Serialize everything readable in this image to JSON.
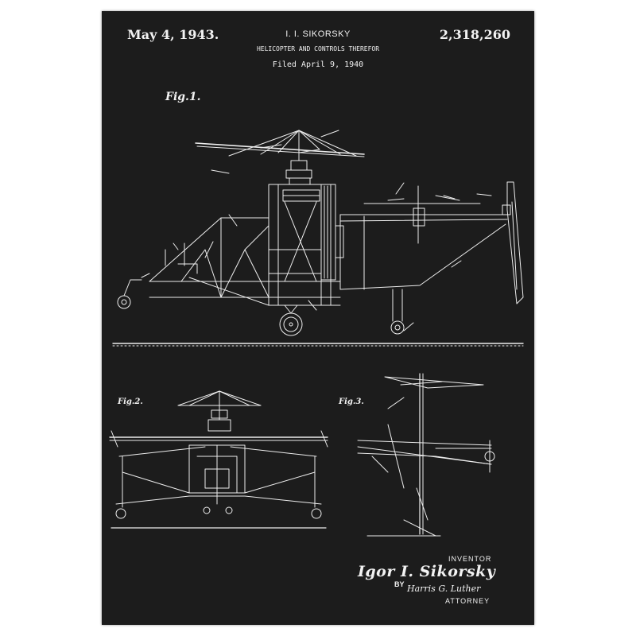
{
  "header": {
    "date": "May 4, 1943.",
    "inventor": "I. I. SIKORSKY",
    "patent_number": "2,318,260",
    "title": "HELICOPTER AND CONTROLS THEREFOR",
    "filed": "Filed April 9, 1940"
  },
  "figures": {
    "fig1": "Fig.1.",
    "fig2": "Fig.2.",
    "fig3": "Fig.3."
  },
  "signature": {
    "inventor_label": "INVENTOR",
    "inventor_signature": "Igor I. Sikorsky",
    "by": "BY",
    "attorney_signature": "Harris G. Luther",
    "attorney_label": "ATTORNEY"
  },
  "colors": {
    "background": "#1c1c1c",
    "ink": "#f2f2f2",
    "frame": "#ffffff"
  }
}
